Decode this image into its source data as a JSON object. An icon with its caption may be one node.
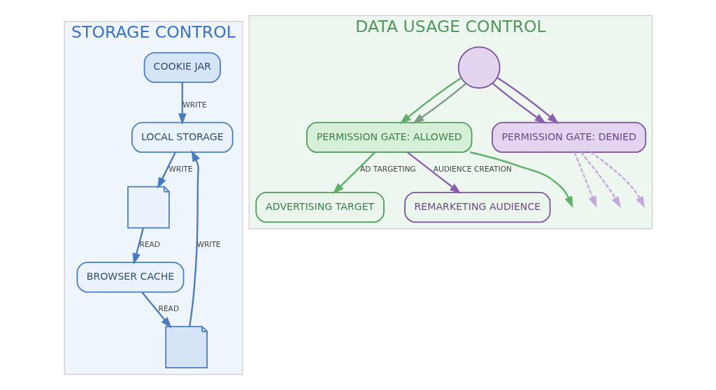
{
  "diagram": {
    "nodes": [
      {
        "text": [
          "STORAGE CONTROL"
        ]
      },
      {
        "text": [
          "COOKIE JAR"
        ],
        "in": 0
      },
      {
        "text": [
          "LOCAL STORAGE"
        ],
        "in": 0
      },
      {
        "text": [],
        "shape": "picture",
        "in": 0
      },
      {
        "text": [
          "BROWSER CACHE"
        ],
        "in": 0
      },
      {
        "text": [],
        "shape": "picture",
        "in": 0
      },
      {
        "text": [
          "DATA USAGE CONTROL"
        ]
      },
      {
        "text": [],
        "shape": "person",
        "in": 6
      },
      {
        "text": [
          "PERMISSION GATE: ALLOWED"
        ],
        "in": 6
      },
      {
        "text": [
          "PERMISSION GATE: DENIED"
        ],
        "in": 6
      },
      {
        "text": [
          "ADVERTISING TARGET"
        ],
        "in": 6
      },
      {
        "text": [
          "REMARKETING AUDIENCE"
        ],
        "in": 6
      }
    ],
    "edges": [
      {
        "from": 1,
        "to": 2,
        "arrow": "to",
        "label": "WRITE"
      },
      {
        "from": 2,
        "to": 3,
        "arrow": "to",
        "label": "WRITE"
      },
      {
        "from": 3,
        "to": 4,
        "arrow": "to",
        "label": "READ"
      },
      {
        "from": 4,
        "to": 5,
        "arrow": "to",
        "label": "READ"
      },
      {
        "from": 5,
        "to": 2,
        "arrow": "to",
        "label": "WRITE"
      },
      {
        "from": 7,
        "to": 8,
        "arrow": "to",
        "color": "#5fae6a"
      },
      {
        "from": 7,
        "to": 8,
        "arrow": "to",
        "color": "#7a9a84"
      },
      {
        "from": 7,
        "to": 9,
        "arrow": "to",
        "color": "#8a5fb0"
      },
      {
        "from": 7,
        "to": 9,
        "arrow": "to",
        "color": "#8a5fb0"
      },
      {
        "from": 8,
        "to": 10,
        "arrow": "to",
        "label": "AD TARGETING",
        "color": "#5fae6a"
      },
      {
        "from": 8,
        "to": null,
        "arrow": "to",
        "color": "#5fae6a"
      },
      {
        "from": 8,
        "to": 11,
        "arrow": "to",
        "label": "AUDIENCE CREATION",
        "color": "#8a5fb0"
      },
      {
        "from": 9,
        "to": null,
        "arrow": "to",
        "style": "dashed",
        "color": "#c3a9dc"
      },
      {
        "from": 9,
        "to": null,
        "arrow": "to",
        "style": "dashed",
        "color": "#c3a9dc"
      },
      {
        "from": 9,
        "to": null,
        "arrow": "to",
        "style": "dashed",
        "color": "#c3a9dc"
      }
    ]
  }
}
